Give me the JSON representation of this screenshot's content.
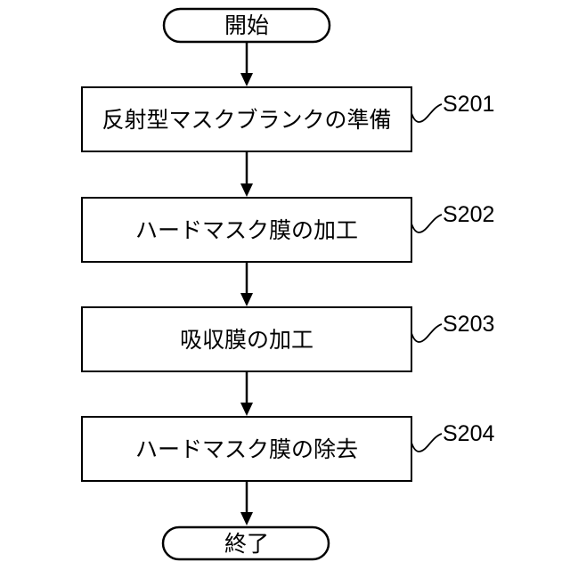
{
  "flowchart": {
    "title": "reflective-mask-blank-process-flow",
    "start_label": "開始",
    "end_label": "終了",
    "steps": [
      {
        "label": "反射型マスクブランクの準備",
        "code": "S201"
      },
      {
        "label": "ハードマスク膜の加工",
        "code": "S202"
      },
      {
        "label": "吸収膜の加工",
        "code": "S203"
      },
      {
        "label": "ハードマスク膜の除去",
        "code": "S204"
      }
    ],
    "colors": {
      "line": "#000000",
      "text": "#000000",
      "background": "#ffffff",
      "shape_fill": "#ffffff"
    }
  }
}
